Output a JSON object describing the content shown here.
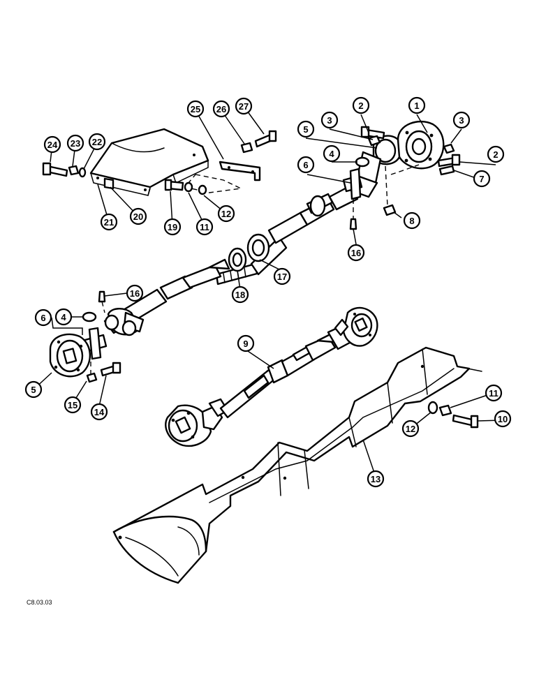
{
  "figure_code": "C8.03.03",
  "callouts": [
    {
      "id": "c1",
      "label": "1"
    },
    {
      "id": "c2a",
      "label": "2"
    },
    {
      "id": "c2b",
      "label": "2"
    },
    {
      "id": "c3a",
      "label": "3"
    },
    {
      "id": "c3b",
      "label": "3"
    },
    {
      "id": "c4a",
      "label": "4"
    },
    {
      "id": "c4b",
      "label": "4"
    },
    {
      "id": "c5a",
      "label": "5"
    },
    {
      "id": "c5b",
      "label": "5"
    },
    {
      "id": "c6a",
      "label": "6"
    },
    {
      "id": "c6b",
      "label": "6"
    },
    {
      "id": "c7",
      "label": "7"
    },
    {
      "id": "c8",
      "label": "8"
    },
    {
      "id": "c9",
      "label": "9"
    },
    {
      "id": "c10",
      "label": "10"
    },
    {
      "id": "c11a",
      "label": "11"
    },
    {
      "id": "c11b",
      "label": "11"
    },
    {
      "id": "c12a",
      "label": "12"
    },
    {
      "id": "c12b",
      "label": "12"
    },
    {
      "id": "c13",
      "label": "13"
    },
    {
      "id": "c14",
      "label": "14"
    },
    {
      "id": "c15",
      "label": "15"
    },
    {
      "id": "c16a",
      "label": "16"
    },
    {
      "id": "c16b",
      "label": "16"
    },
    {
      "id": "c17",
      "label": "17"
    },
    {
      "id": "c18",
      "label": "18"
    },
    {
      "id": "c19",
      "label": "19"
    },
    {
      "id": "c20",
      "label": "20"
    },
    {
      "id": "c21",
      "label": "21"
    },
    {
      "id": "c22",
      "label": "22"
    },
    {
      "id": "c23",
      "label": "23"
    },
    {
      "id": "c24",
      "label": "24"
    },
    {
      "id": "c25",
      "label": "25"
    },
    {
      "id": "c26",
      "label": "26"
    },
    {
      "id": "c27",
      "label": "27"
    }
  ]
}
